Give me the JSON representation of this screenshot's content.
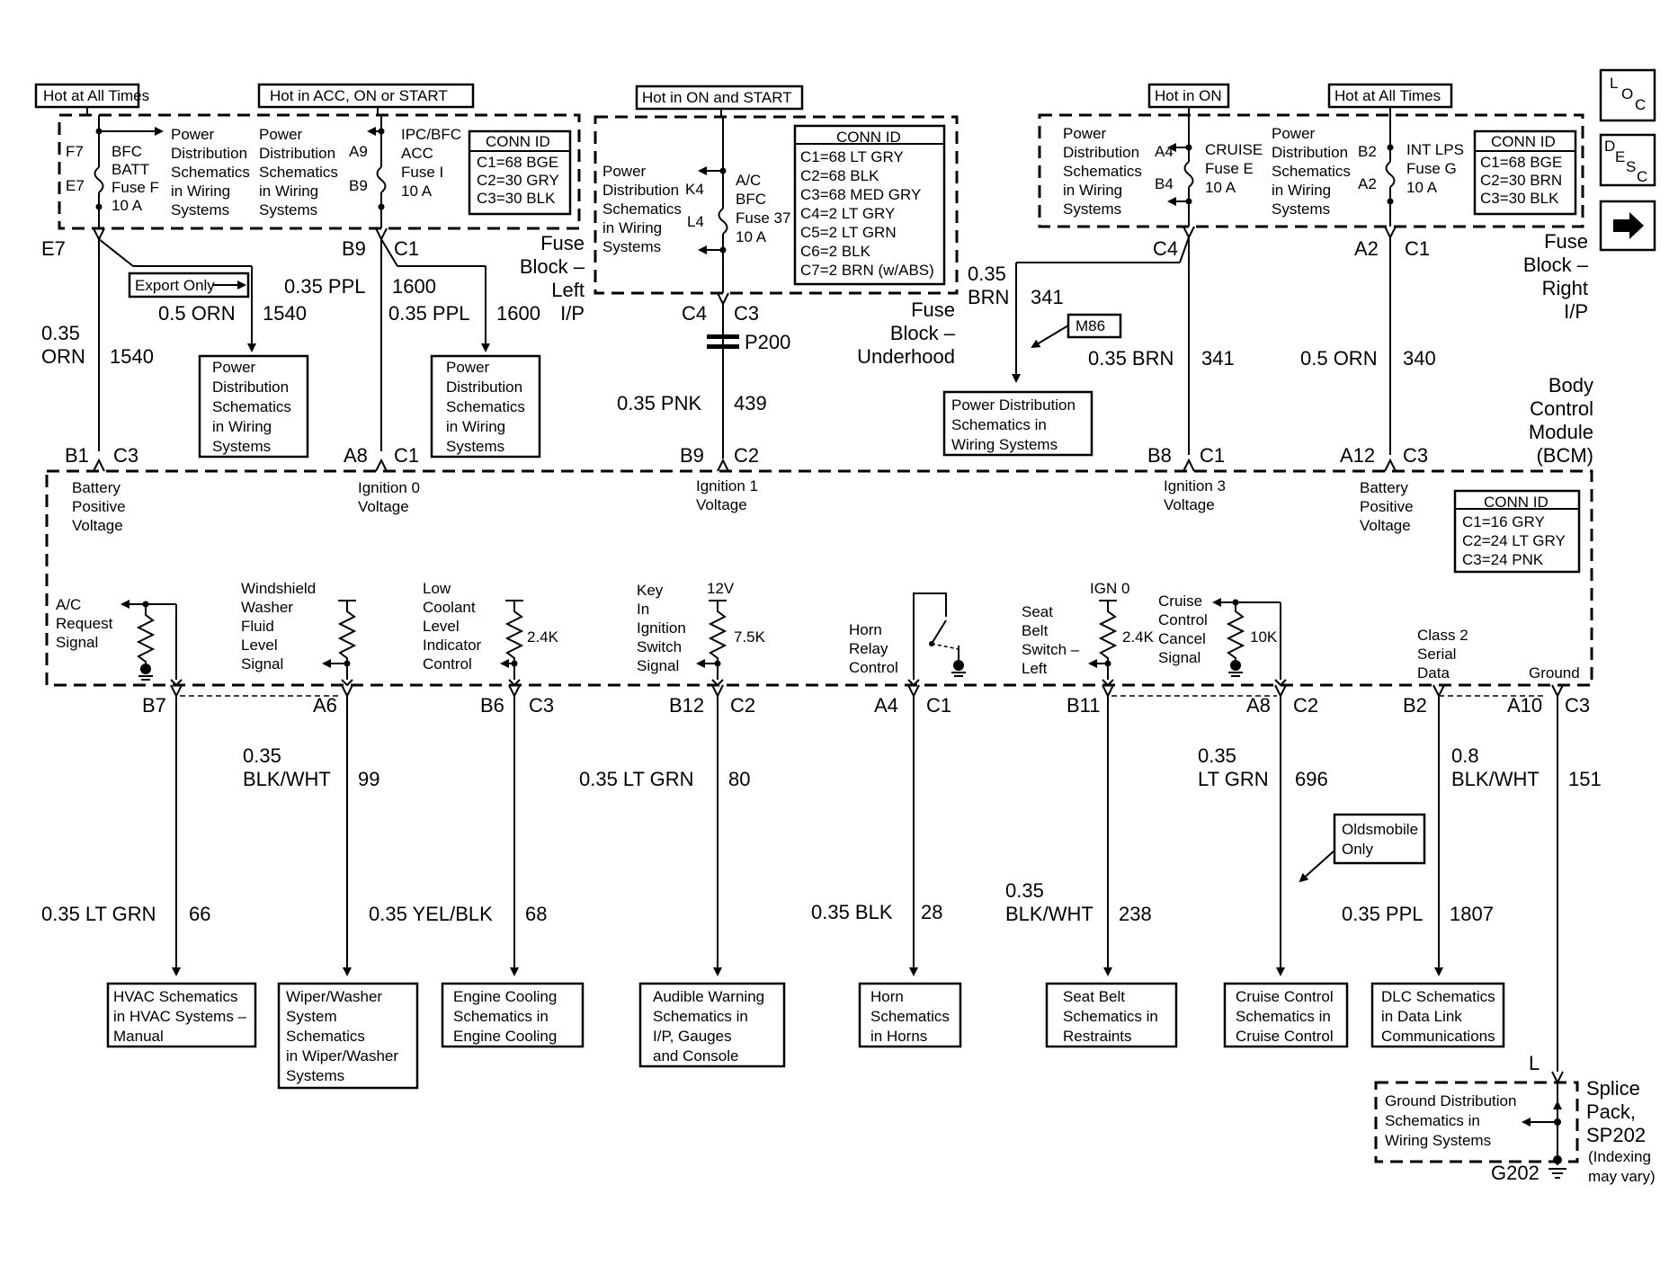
{
  "fuse_block_left": {
    "hot_label_1": "Hot at All Times",
    "hot_label_2": "Hot in ACC, ON or START",
    "pin_f7": "F7",
    "pin_e7_in": "E7",
    "bfc_batt": [
      "BFC",
      "BATT",
      "Fuse F",
      "10 A"
    ],
    "pd1": [
      "Power",
      "Distribution",
      "Schematics",
      "in Wiring",
      "Systems"
    ],
    "pd2": [
      "Power",
      "Distribution",
      "Schematics",
      "in Wiring",
      "Systems"
    ],
    "pin_a9": "A9",
    "pin_b9_in": "B9",
    "ipc_acc": [
      "IPC/BFC",
      "ACC",
      "Fuse I",
      "10 A"
    ],
    "conn_title": "CONN ID",
    "conn": [
      "C1=68 BGE",
      "C2=30 GRY",
      "C3=30 BLK"
    ],
    "name": [
      "Fuse",
      "Block –",
      "Left",
      "I/P"
    ],
    "out_e7": "E7",
    "out_b9": "B9",
    "out_c1": "C1"
  },
  "fuse_block_underhood": {
    "hot_label": "Hot in ON and START",
    "pd": [
      "Power",
      "Distribution",
      "Schematics",
      "in Wiring",
      "Systems"
    ],
    "pin_k4": "K4",
    "pin_l4": "L4",
    "fuse": [
      "A/C",
      "BFC",
      "Fuse 37",
      "10 A"
    ],
    "conn_title": "CONN ID",
    "conn": [
      "C1=68 LT GRY",
      "C2=68 BLK",
      "C3=68 MED GRY",
      "C4=2 LT GRY",
      "C5=2 LT GRN",
      "C6=2 BLK",
      "C7=2 BRN (w/ABS)"
    ],
    "name": [
      "Fuse",
      "Block –",
      "Underhood"
    ],
    "out_c4": "C4",
    "out_c3": "C3",
    "p200": "P200"
  },
  "fuse_block_right": {
    "hot_label_1": "Hot in ON",
    "hot_label_2": "Hot at All Times",
    "pd1": [
      "Power",
      "Distribution",
      "Schematics",
      "in Wiring",
      "Systems"
    ],
    "pin_a4": "A4",
    "pin_b4": "B4",
    "cruise": [
      "CRUISE",
      "Fuse E",
      "10 A"
    ],
    "pd2": [
      "Power",
      "Distribution",
      "Schematics",
      "in Wiring",
      "Systems"
    ],
    "pin_b2": "B2",
    "pin_a2": "A2",
    "intlps": [
      "INT LPS",
      "Fuse G",
      "10 A"
    ],
    "conn_title": "CONN ID",
    "conn": [
      "C1=68 BGE",
      "C2=30 BRN",
      "C3=30 BLK"
    ],
    "name": [
      "Fuse",
      "Block –",
      "Right",
      "I/P"
    ],
    "out_c4": "C4",
    "out_a2": "A2",
    "out_c1": "C1"
  },
  "wires_top": {
    "w1540_size": "0.35",
    "w1540_color": "ORN",
    "w1540_num": "1540",
    "export_only": "Export Only",
    "w1540b": "0.5 ORN",
    "w1540b_num": "1540",
    "pd_box1": [
      "Power",
      "Distribution",
      "Schematics",
      "in Wiring",
      "Systems"
    ],
    "w1600a": "0.35 PPL",
    "w1600a_num": "1600",
    "w1600b": "0.35 PPL",
    "w1600b_num": "1600",
    "pd_box2": [
      "Power",
      "Distribution",
      "Schematics",
      "in Wiring",
      "Systems"
    ],
    "w439": "0.35 PNK",
    "w439_num": "439",
    "w341_size": "0.35",
    "w341_color": "BRN",
    "w341_num": "341",
    "m86": "M86",
    "pd_box3": [
      "Power Distribution",
      "Schematics in",
      "Wiring Systems"
    ],
    "w341b": "0.35 BRN",
    "w341b_num": "341",
    "w340": "0.5 ORN",
    "w340_num": "340"
  },
  "bcm": {
    "name": [
      "Body",
      "Control",
      "Module",
      "(BCM)"
    ],
    "pins_top": [
      {
        "pin": "B1",
        "conn": "C3",
        "label": [
          "Battery",
          "Positive",
          "Voltage"
        ]
      },
      {
        "pin": "A8",
        "conn": "C1",
        "label": [
          "Ignition 0",
          "Voltage"
        ]
      },
      {
        "pin": "B9",
        "conn": "C2",
        "label": [
          "Ignition 1",
          "Voltage"
        ]
      },
      {
        "pin": "B8",
        "conn": "C1",
        "label": [
          "Ignition 3",
          "Voltage"
        ]
      },
      {
        "pin": "A12",
        "conn": "C3",
        "label": [
          "Battery",
          "Positive",
          "Voltage"
        ]
      }
    ],
    "conn_title": "CONN ID",
    "conn": [
      "C1=16 GRY",
      "C2=24 LT GRY",
      "C3=24 PNK"
    ],
    "sig_ac": [
      "A/C",
      "Request",
      "Signal"
    ],
    "sig_washer": [
      "Windshield",
      "Washer",
      "Fluid",
      "Level",
      "Signal"
    ],
    "sig_coolant": [
      "Low",
      "Coolant",
      "Level",
      "Indicator",
      "Control"
    ],
    "r_coolant": "2.4K",
    "sig_key": [
      "Key",
      "In",
      "Ignition",
      "Switch",
      "Signal"
    ],
    "v12": "12V",
    "r_key": "7.5K",
    "sig_horn": [
      "Horn",
      "Relay",
      "Control"
    ],
    "sig_seat": [
      "Seat",
      "Belt",
      "Switch –",
      "Left"
    ],
    "ign0": "IGN 0",
    "r_seat": "2.4K",
    "sig_cruise": [
      "Cruise",
      "Control",
      "Cancel",
      "Signal"
    ],
    "r_cruise": "10K",
    "sig_class2": [
      "Class 2",
      "Serial",
      "Data"
    ],
    "ground": "Ground",
    "pins_bottom": [
      {
        "pin": "B7",
        "conn": ""
      },
      {
        "pin": "A6",
        "conn": ""
      },
      {
        "pin": "B6",
        "conn": "C3"
      },
      {
        "pin": "B12",
        "conn": "C2"
      },
      {
        "pin": "A4",
        "conn": "C1"
      },
      {
        "pin": "B11",
        "conn": ""
      },
      {
        "pin": "A8",
        "conn": "C2"
      },
      {
        "pin": "B2",
        "conn": ""
      },
      {
        "pin": "A10",
        "conn": "C3"
      }
    ]
  },
  "wires_bottom": {
    "w66": "0.35 LT GRN",
    "w66_num": "66",
    "w99_size": "0.35",
    "w99_color": "BLK/WHT",
    "w99_num": "99",
    "w68": "0.35 YEL/BLK",
    "w68_num": "68",
    "w80": "0.35 LT GRN",
    "w80_num": "80",
    "w28": "0.35 BLK",
    "w28_num": "28",
    "w238_size": "0.35",
    "w238_color": "BLK/WHT",
    "w238_num": "238",
    "w696_size": "0.35",
    "w696_color": "LT GRN",
    "w696_num": "696",
    "oldsmobile": [
      "Oldsmobile",
      "Only"
    ],
    "w151_size": "0.8",
    "w151_color": "BLK/WHT",
    "w151_num": "151",
    "w1807": "0.35 PPL",
    "w1807_num": "1807"
  },
  "dest_boxes": {
    "hvac": [
      "HVAC Schematics",
      "in HVAC Systems –",
      "Manual"
    ],
    "wiper": [
      "Wiper/Washer",
      "System",
      "Schematics",
      "in Wiper/Washer",
      "Systems"
    ],
    "cooling": [
      "Engine Cooling",
      "Schematics in",
      "Engine Cooling"
    ],
    "audible": [
      "Audible Warning",
      "Schematics in",
      "I/P, Gauges",
      "and Console"
    ],
    "horn": [
      "Horn",
      "Schematics",
      "in Horns"
    ],
    "seat": [
      "Seat Belt",
      "Schematics in",
      "Restraints"
    ],
    "cruise": [
      "Cruise Control",
      "Schematics in",
      "Cruise Control"
    ],
    "dlc": [
      "DLC Schematics",
      "in Data Link",
      "Communications"
    ]
  },
  "splice": {
    "pin_l": "L",
    "gd": [
      "Ground Distribution",
      "Schematics in",
      "Wiring Systems"
    ],
    "name": [
      "Splice",
      "Pack,",
      "SP202"
    ],
    "indexing": [
      "(Indexing",
      "may vary)"
    ],
    "g202": "G202"
  },
  "nav": {
    "loc": [
      "L",
      "O",
      "C"
    ],
    "desc": [
      "D",
      "E",
      "S",
      "C"
    ],
    "next_icon": "arrow-right-icon"
  }
}
